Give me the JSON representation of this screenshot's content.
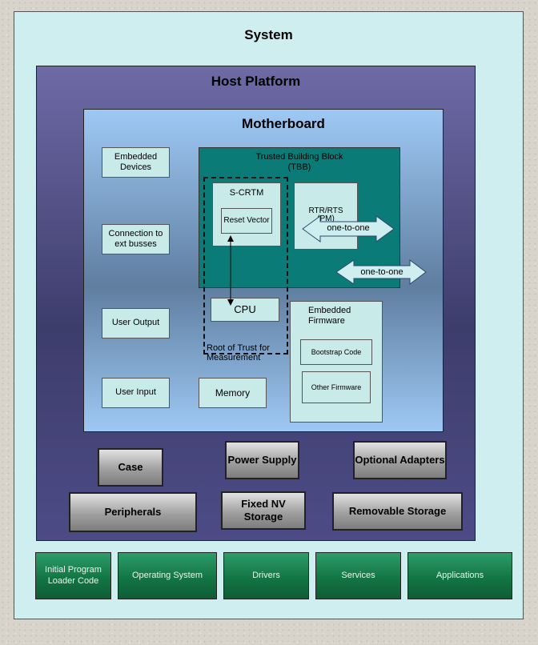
{
  "system": {
    "title": "System"
  },
  "host_platform": {
    "title": "Host Platform"
  },
  "motherboard": {
    "title": "Motherboard",
    "embedded_devices": "Embedded Devices",
    "connection_ext_busses": "Connection to ext busses",
    "user_output": "User Output",
    "user_input": "User Input",
    "memory": "Memory",
    "cpu": "CPU"
  },
  "tbb": {
    "title": "Trusted Building Block",
    "subtitle": "(TBB)",
    "s_crtm": "S-CRTM",
    "reset_vector": "Reset Vector",
    "rtr_rts": "RTR/RTS",
    "rtr_rts_partial": "(PM)"
  },
  "rtm_label": "Root of Trust for Measurement",
  "one_to_one_1": "one-to-one",
  "one_to_one_2": "one-to-one",
  "embedded_firmware": {
    "title": "Embedded Firmware",
    "bootstrap": "Bootstrap Code",
    "other": "Other Firmware"
  },
  "hardware": {
    "case": "Case",
    "power_supply": "Power Supply",
    "optional_adapters": "Optional Adapters",
    "peripherals": "Peripherals",
    "fixed_nv_storage": "Fixed NV Storage",
    "removable_storage": "Removable Storage"
  },
  "software": {
    "iplc": "Initial Program Loader Code",
    "os": "Operating System",
    "drivers": "Drivers",
    "services": "Services",
    "applications": "Applications"
  }
}
